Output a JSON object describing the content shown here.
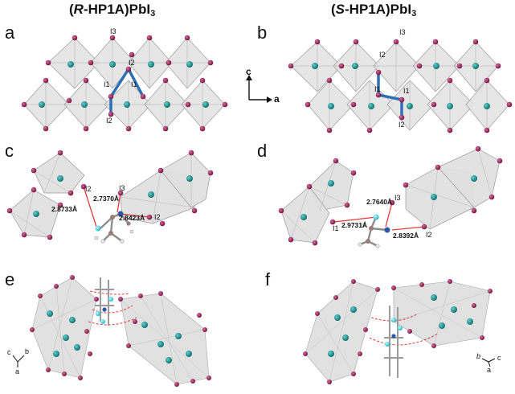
{
  "titles": {
    "left_prefix": "(",
    "left_italic": "R",
    "left_mid": "-HP1A)PbI",
    "left_sub": "3",
    "right_prefix": "(",
    "right_italic": "S",
    "right_mid": "-HP1A)PbI",
    "right_sub": "3"
  },
  "panels": [
    "a",
    "b",
    "c",
    "d",
    "e",
    "f"
  ],
  "panel_a_labels": [
    "I3",
    "I2",
    "I1",
    "I1",
    "I2"
  ],
  "panel_b_labels": [
    "I3",
    "I2",
    "I1",
    "I1",
    "I2"
  ],
  "axes_ab": {
    "c": "c",
    "a": "a"
  },
  "panel_c": {
    "labels": [
      "I2",
      "I3",
      "I2"
    ],
    "distances": [
      "2.8733Å",
      "2.7370Å",
      "2.8423Å"
    ]
  },
  "panel_d": {
    "labels": [
      "I3",
      "I1",
      "I2"
    ],
    "distances": [
      "2.7640Å",
      "2.9731Å",
      "2.8392Å"
    ]
  },
  "axes_e": {
    "c": "c",
    "b": "b",
    "a": "a"
  },
  "axes_f": {
    "b": "b",
    "a": "a",
    "c": "c"
  },
  "colors": {
    "iodine": "#8e1f4f",
    "lead": "#1f8a8a",
    "octahedron": "#d6d6d6",
    "bond_blue": "#2f6fb3",
    "hbond": "#e23b3b",
    "nitrogen": "#2c57a8",
    "hydrogen": "#3fd3d3",
    "carbon": "#9a7d74"
  }
}
